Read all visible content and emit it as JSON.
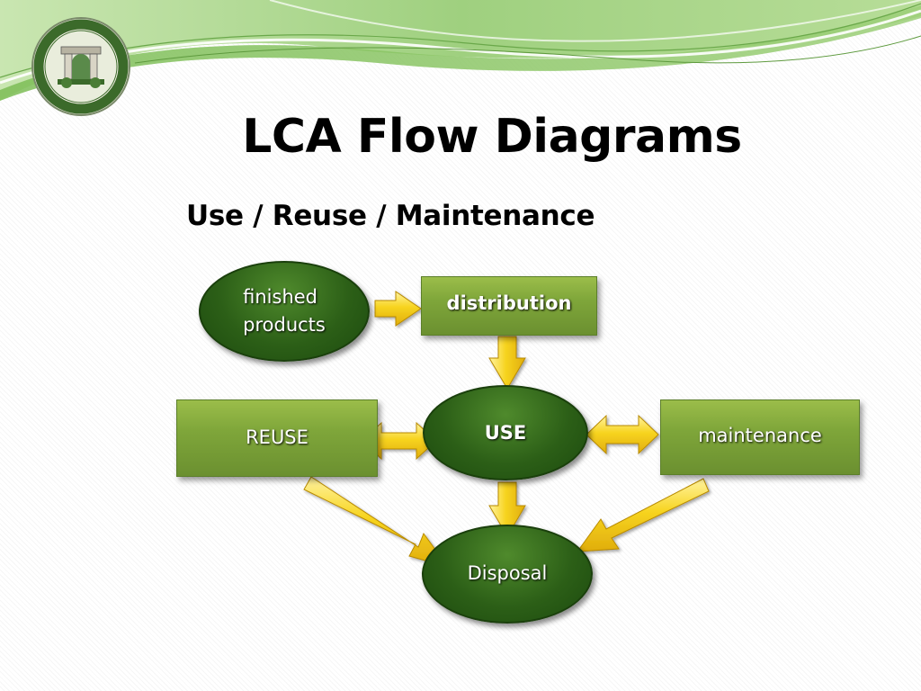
{
  "slide": {
    "title": "LCA Flow Diagrams",
    "subtitle": "Use / Reuse / Maintenance"
  },
  "diagram": {
    "nodes": {
      "finished_products": {
        "line1": "finished",
        "line2": "products"
      },
      "distribution": "distribution",
      "use": "USE",
      "reuse": "REUSE",
      "maintenance": "maintenance",
      "disposal": "Disposal"
    }
  },
  "colors": {
    "dark_green": "#2c5f17",
    "olive_green": "#7fa63a",
    "arrow_yellow": "#f7d420",
    "header_green": "#8cc56b"
  },
  "icons": [
    "university-seal-icon"
  ]
}
